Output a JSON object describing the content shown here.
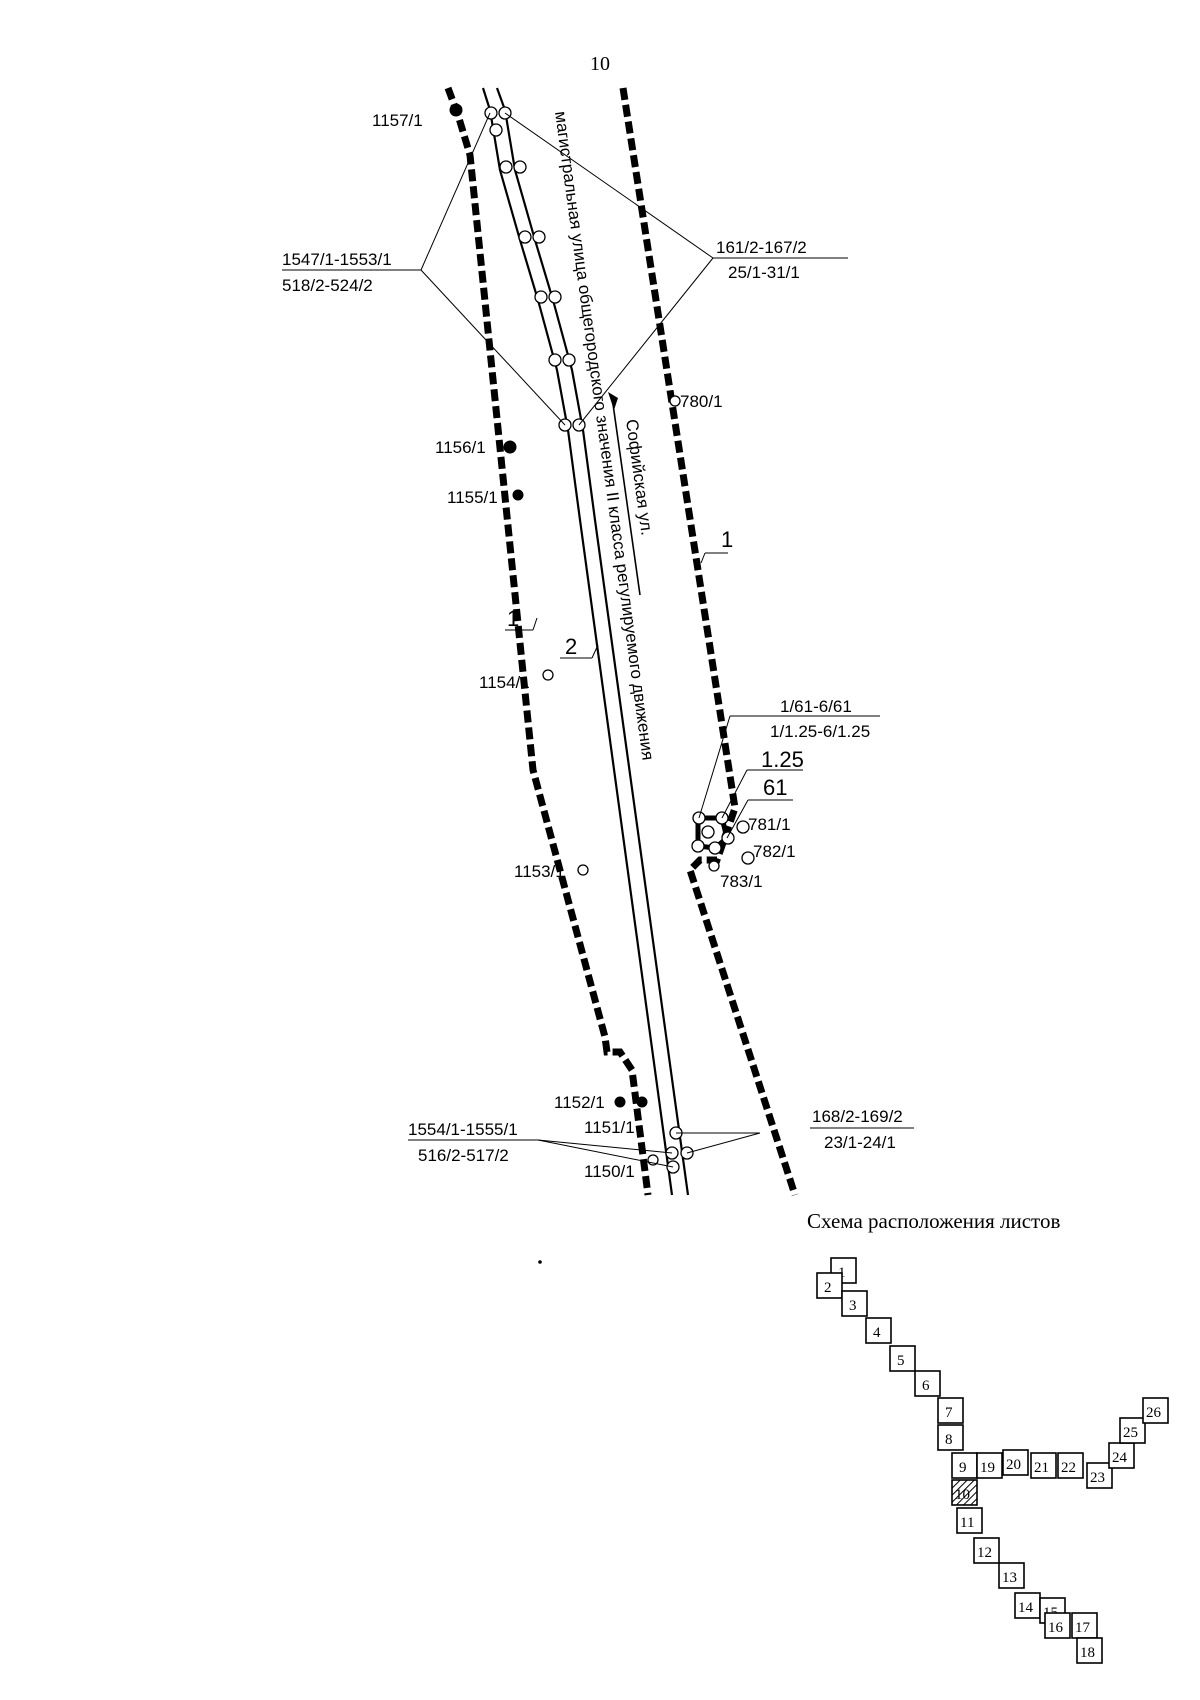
{
  "page_number": "10",
  "street": {
    "line1": "магистральная улица общегородского значения II класса регулируемого движения",
    "line2": "Софийская ул."
  },
  "line_labels": {
    "red_line_left": "1",
    "red_line_right": "1",
    "road_edge": "2"
  },
  "point_labels": {
    "p1157": "1157/1",
    "p1156": "1156/1",
    "p1155": "1155/1",
    "p1154": "1154/1",
    "p1153": "1153/1",
    "p1152": "1152/1",
    "p1151": "1151/1",
    "p1150": "1150/1",
    "p780": "780/1",
    "p781": "781/1",
    "p782": "782/1",
    "p783": "783/1"
  },
  "group_labels": {
    "left_top": {
      "top": "1547/1-1553/1",
      "bottom": "518/2-524/2"
    },
    "right_top": {
      "top": "161/2-167/2",
      "bottom": "25/1-31/1"
    },
    "structure": {
      "top": "1/61-6/61",
      "bottom": "1/1.25-6/1.25",
      "n1": "1.25",
      "n2": "61"
    },
    "left_bottom": {
      "top": "1554/1-1555/1",
      "bottom": "516/2-517/2"
    },
    "right_bottom": {
      "top": "168/2-169/2",
      "bottom": "23/1-24/1"
    }
  },
  "sheet_scheme": {
    "title": "Схема расположения листов",
    "current_sheet": "10",
    "sheets": [
      "1",
      "2",
      "3",
      "4",
      "5",
      "6",
      "7",
      "8",
      "9",
      "10",
      "11",
      "12",
      "13",
      "14",
      "15",
      "16",
      "17",
      "18",
      "19",
      "20",
      "21",
      "22",
      "23",
      "24",
      "25",
      "26"
    ]
  }
}
